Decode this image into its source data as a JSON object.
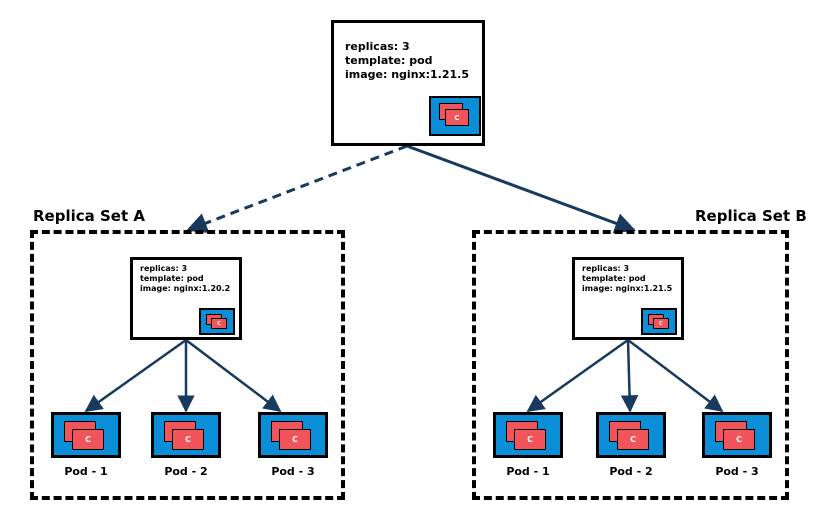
{
  "colors": {
    "accent_blue": "#0a8ed8",
    "container_red": "#f2545b",
    "arrow": "#173a5e",
    "border": "#000000"
  },
  "deployment": {
    "replicas": "replicas: 3",
    "template": "template: pod",
    "image": "image: nginx:1.21.5",
    "container_letter": "C"
  },
  "replica_sets": [
    {
      "title": "Replica Set A",
      "replicas": "replicas: 3",
      "template": "template: pod",
      "image": "image: nginx:1.20.2",
      "container_letter": "C",
      "pods": [
        "Pod - 1",
        "Pod - 2",
        "Pod - 3"
      ]
    },
    {
      "title": "Replica Set B",
      "replicas": "replicas: 3",
      "template": "template: pod",
      "image": "image: nginx:1.21.5",
      "container_letter": "C",
      "pods": [
        "Pod - 1",
        "Pod - 2",
        "Pod - 3"
      ]
    }
  ],
  "pod_container_letter": "C",
  "edges": [
    {
      "from": "deployment",
      "to": "replica-set-a",
      "style": "dashed"
    },
    {
      "from": "deployment",
      "to": "replica-set-b",
      "style": "solid"
    },
    {
      "from": "replica-set-a-spec",
      "to": "replica-set-a-pods",
      "style": "solid"
    },
    {
      "from": "replica-set-b-spec",
      "to": "replica-set-b-pods",
      "style": "solid"
    }
  ]
}
